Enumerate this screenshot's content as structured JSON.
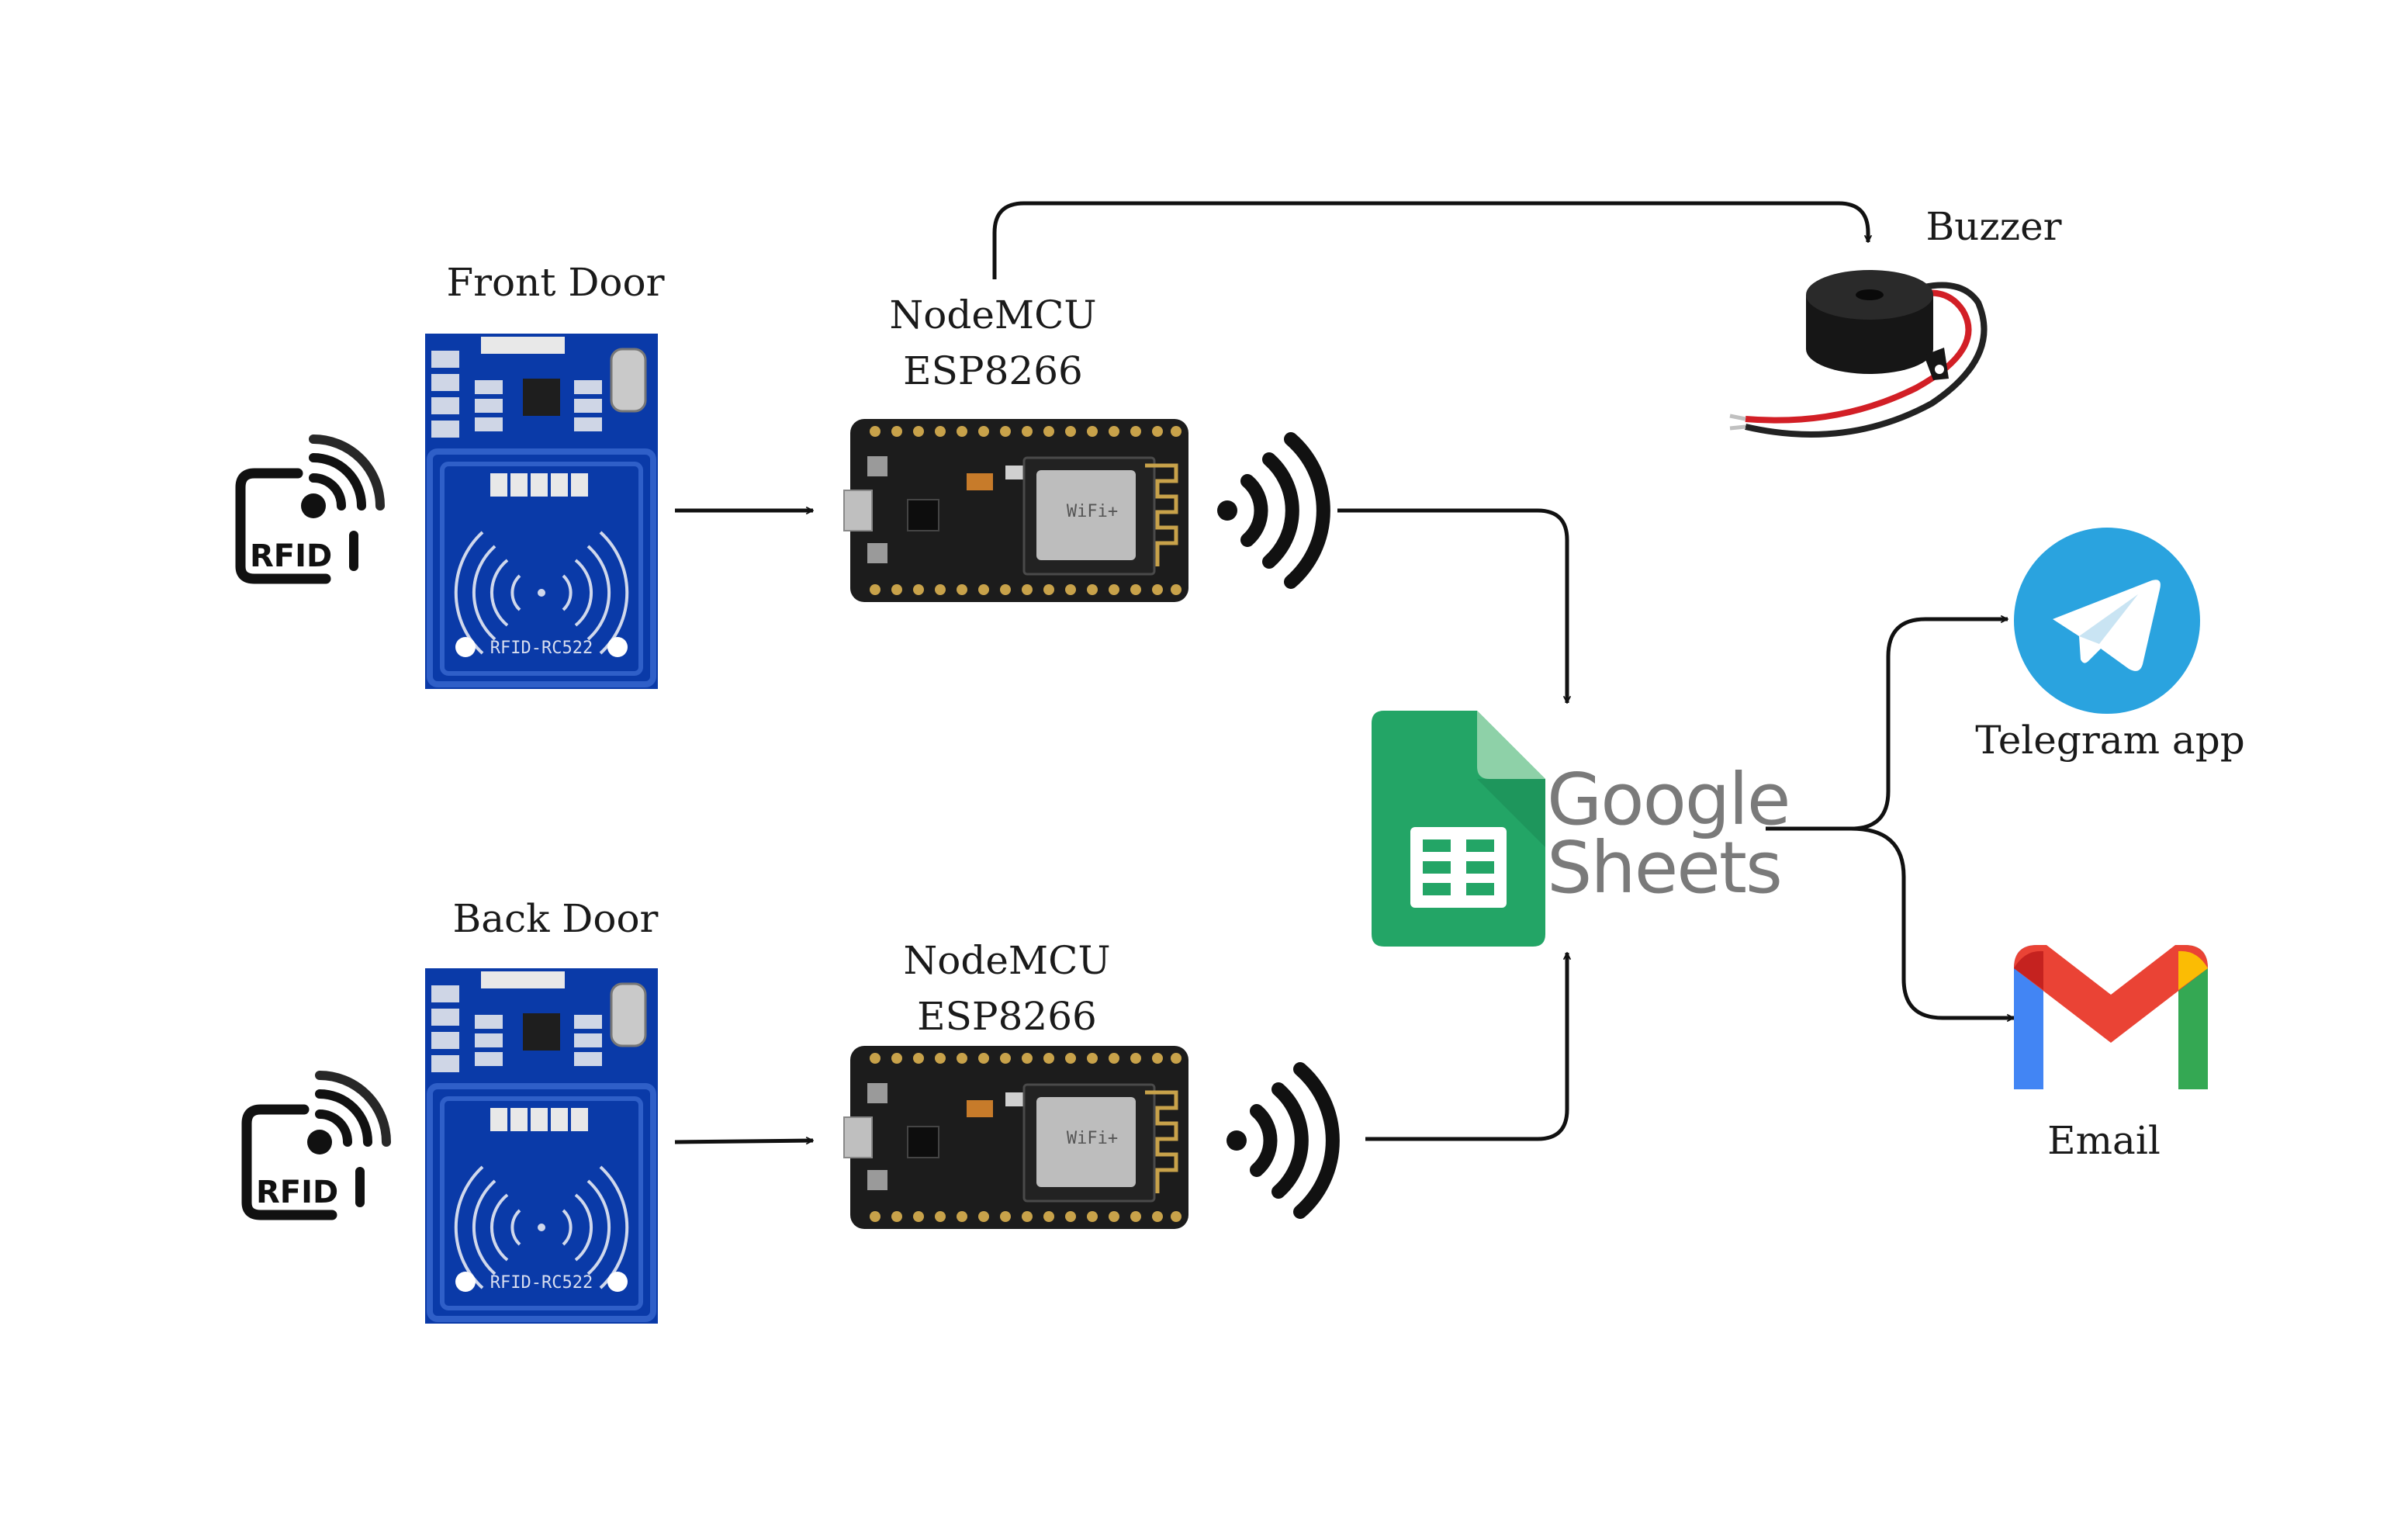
{
  "front_door": {
    "label": "Front Door",
    "rfid_badge": "RFID",
    "reader_model": "RFID-RC522"
  },
  "back_door": {
    "label": "Back Door",
    "rfid_badge": "RFID",
    "reader_model": "RFID-RC522"
  },
  "mcu_top": {
    "line1": "NodeMCU",
    "line2": "ESP8266",
    "wifi_module": "WiFi+"
  },
  "mcu_bottom": {
    "line1": "NodeMCU",
    "line2": "ESP8266",
    "wifi_module": "WiFi+"
  },
  "buzzer": {
    "label": "Buzzer"
  },
  "sheets": {
    "word1": "Google",
    "word2": "Sheets"
  },
  "telegram": {
    "label": "Telegram app"
  },
  "email": {
    "label": "Email"
  },
  "colors": {
    "pcb_blue": "#0a3aa8",
    "sheets_green": "#23a566",
    "telegram_blue": "#2aa3df",
    "gmail_red": "#ea4335",
    "gmail_blue": "#4285f4",
    "gmail_green": "#34a853",
    "gmail_yellow": "#fbbc04"
  }
}
